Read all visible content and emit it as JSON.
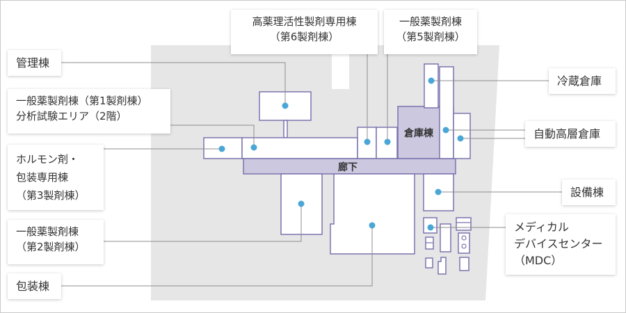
{
  "colors": {
    "site": "#e6e6e6",
    "building_fill": "#ffffff",
    "building_stroke": "#7a73ad",
    "corridor_fill": "#cbc8df",
    "dot": "#4aa6d6",
    "leader": "#8c8c8c"
  },
  "labels": {
    "kanri": "管理棟",
    "ippan1": "一般薬製剤棟（第1製剤棟）",
    "bunseki": "分析試験エリア（2階）",
    "horumon_1": "ホルモン剤・",
    "horumon_2": "包装専用棟",
    "horumon_3": "（第3製剤棟）",
    "ippan2_1": "一般薬製剤棟",
    "ippan2_2": "（第2製剤棟）",
    "housou": "包装棟",
    "kouyaku_1": "高薬理活性製剤専用棟",
    "kouyaku_2": "（第6製剤棟）",
    "ippan5_1": "一般薬製剤棟",
    "ippan5_2": "（第5製剤棟）",
    "reizou": "冷蔵倉庫",
    "jidou": "自動高層倉庫",
    "setsubi": "設備棟",
    "mdc_1": "メディカル",
    "mdc_2": "デバイスセンター",
    "mdc_3": "（MDC）",
    "souko": "倉庫棟",
    "rouka": "廊下"
  }
}
